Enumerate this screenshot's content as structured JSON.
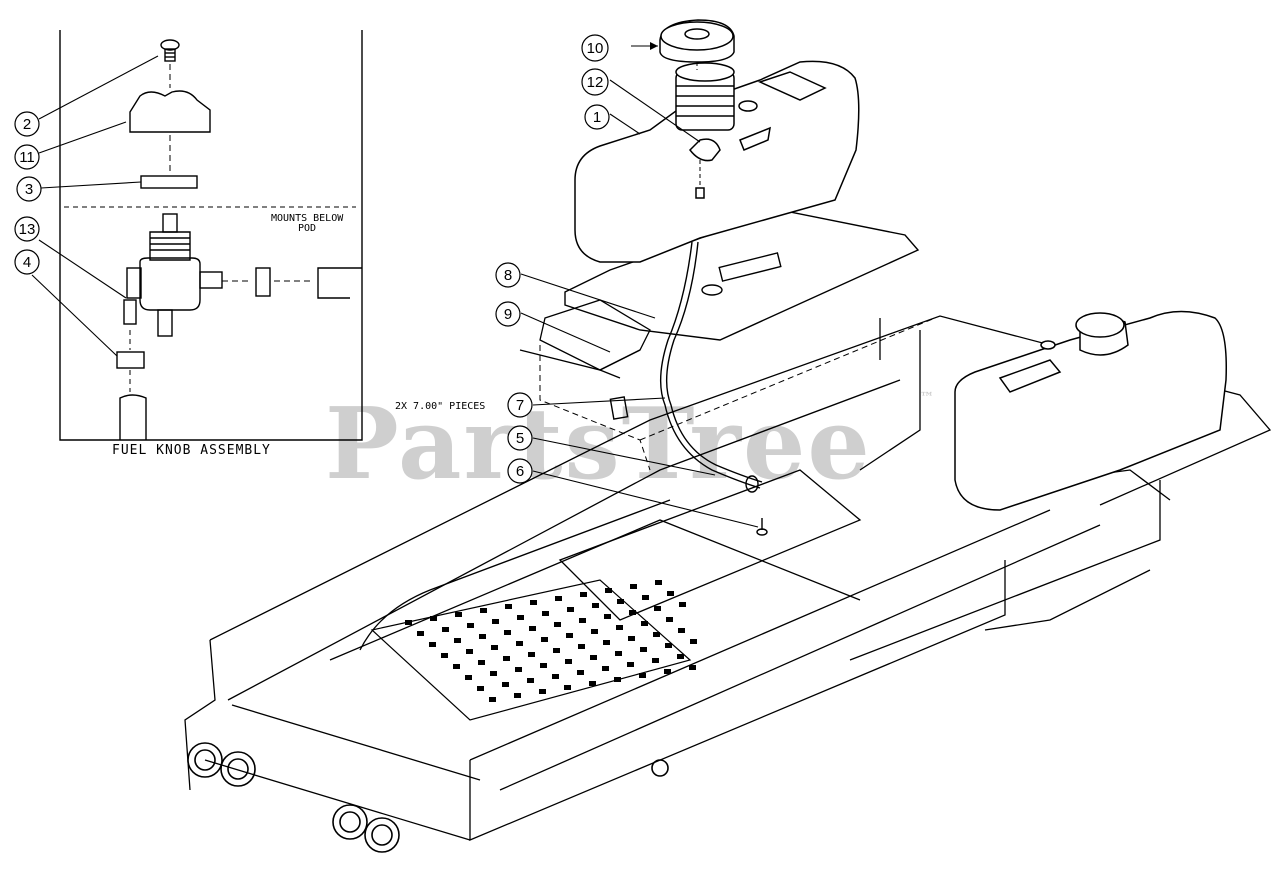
{
  "watermark": {
    "text": "PartsTree",
    "tm": "™"
  },
  "inset": {
    "title": "FUEL KNOB ASSEMBLY",
    "note_line1": "MOUNTS BELOW",
    "note_line2": "POD"
  },
  "annotation": {
    "pieces": "2X 7.00\" PIECES"
  },
  "callouts": [
    {
      "number": "1",
      "part": "fuel-tank"
    },
    {
      "number": "2",
      "part": "screw"
    },
    {
      "number": "3",
      "part": "spacer"
    },
    {
      "number": "4",
      "part": "hose-clamp"
    },
    {
      "number": "5",
      "part": "fuel-line"
    },
    {
      "number": "6",
      "part": "bolt"
    },
    {
      "number": "7",
      "part": "fuel-line-pieces"
    },
    {
      "number": "8",
      "part": "bracket"
    },
    {
      "number": "9",
      "part": "tank-mount-plate"
    },
    {
      "number": "10",
      "part": "fuel-cap"
    },
    {
      "number": "11",
      "part": "knob"
    },
    {
      "number": "12",
      "part": "shut-off-valve"
    },
    {
      "number": "13",
      "part": "vent-fitting"
    }
  ]
}
